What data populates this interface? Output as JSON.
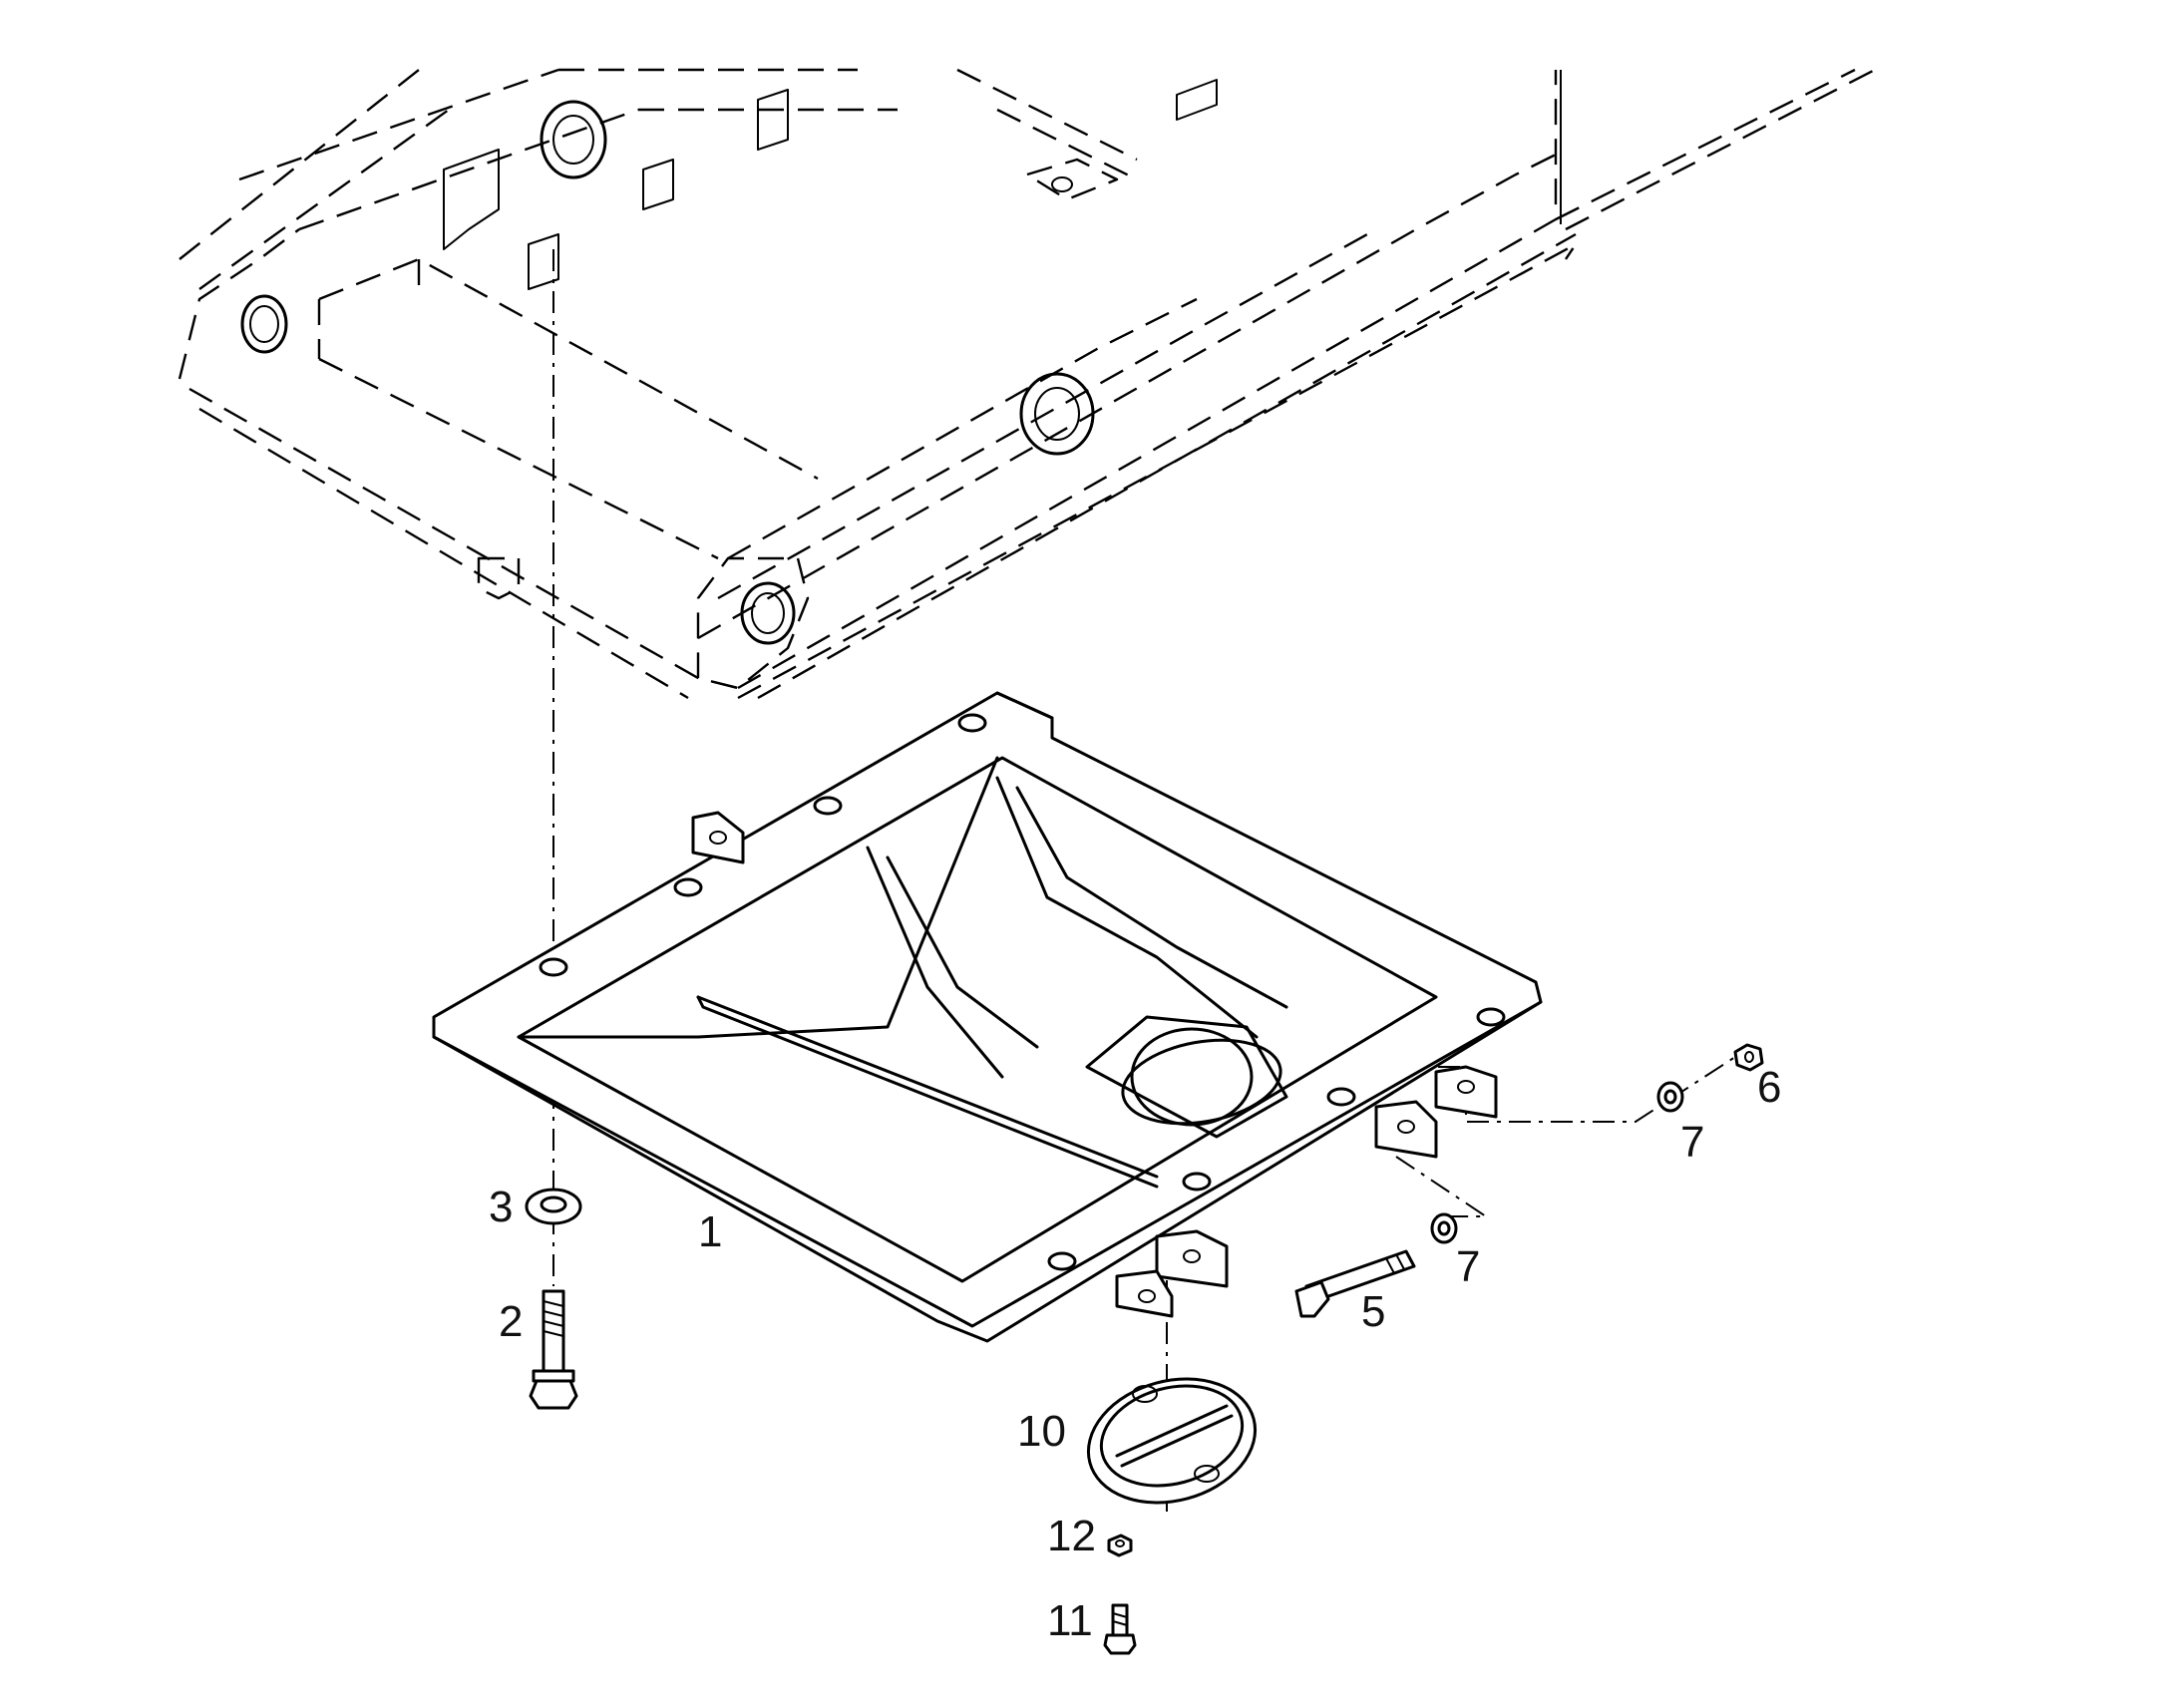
{
  "diagram": {
    "callouts": [
      {
        "id": "c1",
        "label": "1"
      },
      {
        "id": "c2",
        "label": "2"
      },
      {
        "id": "c3",
        "label": "3"
      },
      {
        "id": "c5",
        "label": "5"
      },
      {
        "id": "c6",
        "label": "6"
      },
      {
        "id": "c7a",
        "label": "7"
      },
      {
        "id": "c7b",
        "label": "7"
      },
      {
        "id": "c10",
        "label": "10"
      },
      {
        "id": "c11",
        "label": "11"
      },
      {
        "id": "c12",
        "label": "12"
      }
    ]
  }
}
